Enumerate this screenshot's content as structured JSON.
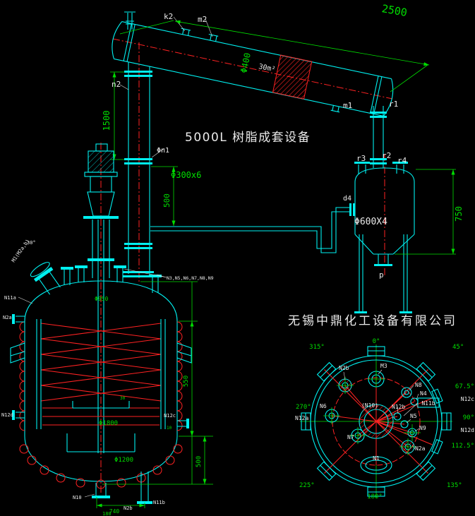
{
  "title": "5000L 树脂成套设备",
  "company": "无锡中鼎化工设备有限公司",
  "colors": {
    "line": "#00f0f0",
    "dimension": "#00dd00",
    "hot": "#ff2222",
    "text": "#eaeaea",
    "background": "#000000"
  },
  "condenser": {
    "dim_length": "2500",
    "dim_dia": "Φ400",
    "area": "30m²",
    "k2": "k2",
    "m2": "m2",
    "m1": "m1",
    "r1": "r1"
  },
  "column": {
    "n2": "n2",
    "dim_h": "1500",
    "n1": "Φn1",
    "dim_pipe": "Φ300x6",
    "dim_offset": "500"
  },
  "receiver": {
    "r3": "r3",
    "r2": "r2",
    "r4": "r4",
    "d4": "d4",
    "dim_dia": "Φ600X4",
    "dim_h": "750",
    "p": "p"
  },
  "reactor": {
    "manhole": "M1(M2a,b)",
    "manhole_angle": "30°",
    "top_nozzles": "N3,N5,N6,N7,N8,N9",
    "n11a": "N11a",
    "n2a": "N2a",
    "n12d": "N12d",
    "n12c": "N12c",
    "n10": "N10",
    "n2b": "N2b",
    "n11b": "N11b",
    "dim_950": "Φ950",
    "dim_550": "550",
    "dim_30": "30",
    "dim_10": "10",
    "dim_1800": "Φ1800",
    "dim_1200": "Φ1200",
    "dim_500": "500",
    "dim_740": "740",
    "dim_180": "180"
  },
  "plan": {
    "deg_0": "0°",
    "deg_45": "45°",
    "deg_67": "67.5°",
    "deg_90": "90°",
    "deg_112": "112.5°",
    "deg_135": "135°",
    "deg_180": "180°",
    "deg_225": "225°",
    "deg_270": "270°",
    "deg_315": "315°",
    "n12a": "N12a",
    "n12c": "N12c",
    "n12d": "N12d",
    "n2b": "N2b",
    "m3": "M3",
    "n8": "N8",
    "n4": "N4",
    "n6": "N6",
    "n10": "(N10)",
    "n12b": "N12b",
    "n11b": "N11b",
    "n5": "N5",
    "n9": "N9",
    "n7": "N7",
    "n2a": "N2a",
    "n1": "N1"
  }
}
